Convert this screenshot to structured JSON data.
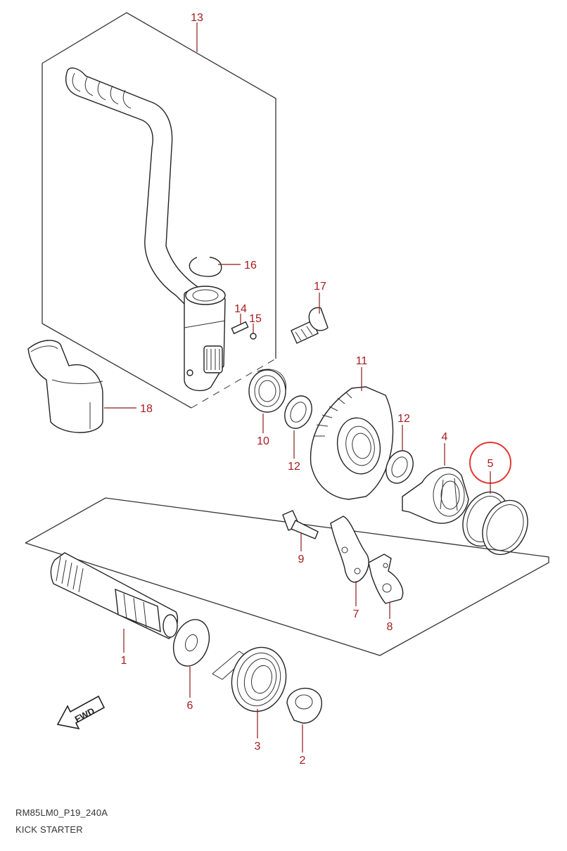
{
  "diagram": {
    "code": "RM85LM0_P19_240A",
    "title": "KICK STARTER",
    "fwd_label": "FWD",
    "highlight_color": "#e53935",
    "callout_color": "#a61c1c",
    "callouts": {
      "c1": "1",
      "c2": "2",
      "c3": "3",
      "c4": "4",
      "c5": "5",
      "c6": "6",
      "c7": "7",
      "c8": "8",
      "c9": "9",
      "c10": "10",
      "c11": "11",
      "c12a": "12",
      "c12b": "12",
      "c13": "13",
      "c14": "14",
      "c15": "15",
      "c16": "16",
      "c17": "17",
      "c18": "18"
    }
  }
}
